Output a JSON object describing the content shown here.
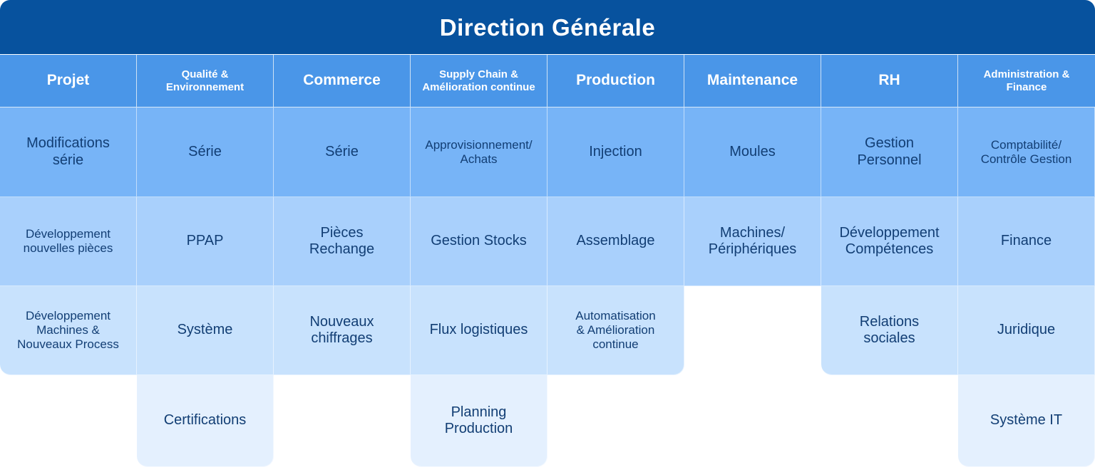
{
  "banner": {
    "title": "Direction Générale"
  },
  "columns": [
    {
      "id": "projet",
      "label": "Projet",
      "small": false
    },
    {
      "id": "qualite",
      "label": "Qualité &\nEnvironnement",
      "small": true
    },
    {
      "id": "commerce",
      "label": "Commerce",
      "small": false
    },
    {
      "id": "supplychain",
      "label": "Supply Chain &\nAmélioration continue",
      "small": true
    },
    {
      "id": "production",
      "label": "Production",
      "small": false
    },
    {
      "id": "maintenance",
      "label": "Maintenance",
      "small": false
    },
    {
      "id": "rh",
      "label": "RH",
      "small": false
    },
    {
      "id": "adminfin",
      "label": "Administration &\nFinance",
      "small": true
    }
  ],
  "rows": [
    {
      "level": 1,
      "cells": [
        {
          "text": "Modifications\nsérie",
          "small": false,
          "empty": false
        },
        {
          "text": "Série",
          "small": false,
          "empty": false
        },
        {
          "text": "Série",
          "small": false,
          "empty": false
        },
        {
          "text": "Approvisionnement/\nAchats",
          "small": true,
          "empty": false
        },
        {
          "text": "Injection",
          "small": false,
          "empty": false
        },
        {
          "text": "Moules",
          "small": false,
          "empty": false
        },
        {
          "text": "Gestion\nPersonnel",
          "small": false,
          "empty": false
        },
        {
          "text": "Comptabilité/\nContrôle Gestion",
          "small": true,
          "empty": false
        }
      ]
    },
    {
      "level": 2,
      "cells": [
        {
          "text": "Développement\nnouvelles pièces",
          "small": true,
          "empty": false
        },
        {
          "text": "PPAP",
          "small": false,
          "empty": false
        },
        {
          "text": "Pièces\nRechange",
          "small": false,
          "empty": false
        },
        {
          "text": "Gestion Stocks",
          "small": false,
          "empty": false
        },
        {
          "text": "Assemblage",
          "small": false,
          "empty": false
        },
        {
          "text": "Machines/\nPériphériques",
          "small": false,
          "empty": false
        },
        {
          "text": "Développement\nCompétences",
          "small": false,
          "empty": false
        },
        {
          "text": "Finance",
          "small": false,
          "empty": false
        }
      ]
    },
    {
      "level": 3,
      "cells": [
        {
          "text": "Développement\nMachines &\nNouveaux Process",
          "small": true,
          "empty": false
        },
        {
          "text": "Système",
          "small": false,
          "empty": false
        },
        {
          "text": "Nouveaux\nchiffrages",
          "small": false,
          "empty": false
        },
        {
          "text": "Flux logistiques",
          "small": false,
          "empty": false
        },
        {
          "text": "Automatisation\n& Amélioration\ncontinue",
          "small": true,
          "empty": false
        },
        {
          "text": "",
          "small": false,
          "empty": true
        },
        {
          "text": "Relations\nsociales",
          "small": false,
          "empty": false
        },
        {
          "text": "Juridique",
          "small": false,
          "empty": false
        }
      ]
    },
    {
      "level": 4,
      "cells": [
        {
          "text": "",
          "small": false,
          "empty": true
        },
        {
          "text": "Certifications",
          "small": false,
          "empty": false
        },
        {
          "text": "",
          "small": false,
          "empty": true
        },
        {
          "text": "Planning\nProduction",
          "small": false,
          "empty": false
        },
        {
          "text": "",
          "small": false,
          "empty": true
        },
        {
          "text": "",
          "small": false,
          "empty": true
        },
        {
          "text": "",
          "small": false,
          "empty": true
        },
        {
          "text": "Système IT",
          "small": false,
          "empty": false
        }
      ]
    }
  ],
  "colors": {
    "banner": "#07529E",
    "header_row": "#4A96E8",
    "level1": "#77B4F7",
    "level2": "#A9D0FC",
    "level3": "#C8E2FD",
    "level4": "#E4F0FE",
    "text_dark": "#123E74",
    "text_light": "#FFFFFF"
  }
}
